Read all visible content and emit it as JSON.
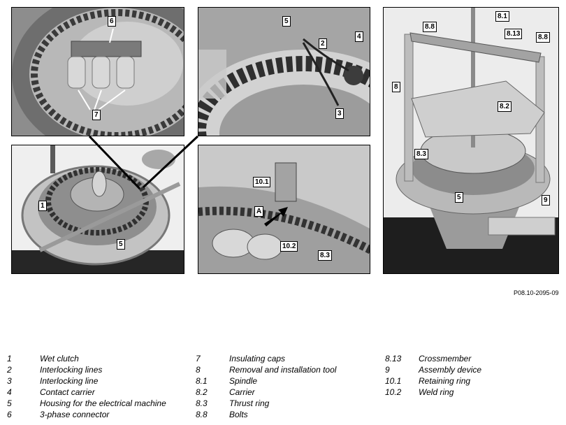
{
  "callouts": {
    "p1": [
      "6",
      "7"
    ],
    "p2": [
      "5",
      "2",
      "4",
      "3"
    ],
    "p3": [
      "8.1",
      "8.8",
      "8.13",
      "8.8",
      "8",
      "8.2",
      "8.3",
      "5",
      "9"
    ],
    "p4": [
      "1",
      "5"
    ],
    "p5": [
      "10.1",
      "A",
      "10.2",
      "8.3"
    ]
  },
  "figure_ref": "P08.10-2095-09",
  "legend": {
    "col1": [
      {
        "num": "1",
        "desc": "Wet clutch"
      },
      {
        "num": "2",
        "desc": "Interlocking lines"
      },
      {
        "num": "3",
        "desc": "Interlocking line"
      },
      {
        "num": "4",
        "desc": "Contact carrier"
      },
      {
        "num": "5",
        "desc": "Housing for the electrical machine"
      },
      {
        "num": "6",
        "desc": "3-phase connector"
      }
    ],
    "col2": [
      {
        "num": "7",
        "desc": "Insulating caps"
      },
      {
        "num": "8",
        "desc": "Removal and installation tool"
      },
      {
        "num": "8.1",
        "desc": "Spindle"
      },
      {
        "num": "8.2",
        "desc": "Carrier"
      },
      {
        "num": "8.3",
        "desc": "Thrust ring"
      },
      {
        "num": "8.8",
        "desc": "Bolts"
      }
    ],
    "col3": [
      {
        "num": "8.13",
        "desc": "Crossmember"
      },
      {
        "num": "9",
        "desc": "Assembly device"
      },
      {
        "num": "10.1",
        "desc": "Retaining ring"
      },
      {
        "num": "10.2",
        "desc": "Weld ring"
      }
    ]
  }
}
